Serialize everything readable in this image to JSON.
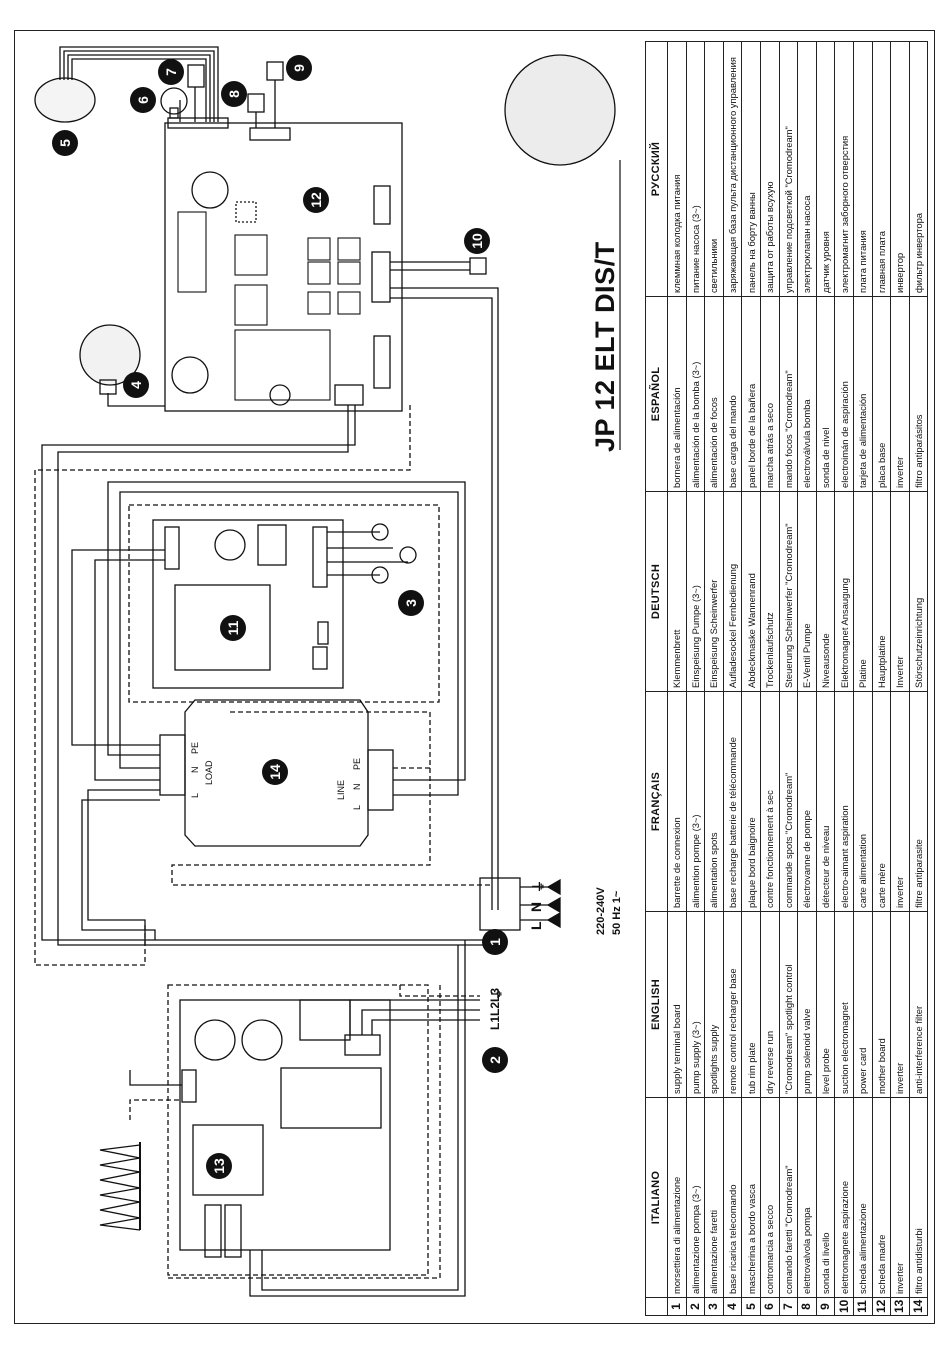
{
  "title": "JP 12 ELT DIS/T",
  "table": {
    "headers": [
      "ITALIANO",
      "ENGLISH",
      "FRANÇAIS",
      "DEUTSCH",
      "ESPAÑOL",
      "РУССКИЙ"
    ],
    "rows": [
      {
        "n": "1",
        "it": "morsettiera di alimentazione",
        "en": "supply terminal board",
        "fr": "barrette de connexion",
        "de": "Klemmenbrett",
        "es": "bornera de alimentación",
        "ru": "клеммная колодка питания"
      },
      {
        "n": "2",
        "it": "alimentazione pompa (3~)",
        "en": "pump supply (3~)",
        "fr": "alimention pompe (3~)",
        "de": "Einspeisung Pumpe (3~)",
        "es": "alimentación de la bomba (3~)",
        "ru": "питание насоса (3~)"
      },
      {
        "n": "3",
        "it": "alimentazione faretti",
        "en": "spotlights supply",
        "fr": "alimentation spots",
        "de": "Einspeisung Scheinwerfer",
        "es": "alimentación de focos",
        "ru": "светильники"
      },
      {
        "n": "4",
        "it": "base ricarica telecomando",
        "en": "remote control recharger base",
        "fr": "base recharge batterie de télécommande",
        "de": "Aufladesockel Fernbedienung",
        "es": "base carga del mando",
        "ru": "заряжающая база пульта дистанционного управления"
      },
      {
        "n": "5",
        "it": "mascherina a bordo vasca",
        "en": "tub rim plate",
        "fr": "plaque bord baignoire",
        "de": "Abdeckmaske Wannenrand",
        "es": "panel borde de la bañera",
        "ru": "панель на борту ванны"
      },
      {
        "n": "6",
        "it": "contromarcia a secco",
        "en": "dry reverse run",
        "fr": "contre fonctionnement à sec",
        "de": "Trockenlaufschutz",
        "es": "marcha atrás a seco",
        "ru": "защита от работы всухую"
      },
      {
        "n": "7",
        "it": "comando faretti \"Cromodream\"",
        "en": "\"Cromodream\" spotlight control",
        "fr": "commande spots \"Cromodream\"",
        "de": "Steuerung Scheinwerfer \"Cromodream\"",
        "es": "mando focos \"Cromodream\"",
        "ru": "управление подсветкой \"Cromodream\""
      },
      {
        "n": "8",
        "it": "elettrovalvola pompa",
        "en": "pump solenoid valve",
        "fr": "électrovanne de pompe",
        "de": "E-Ventil Pumpe",
        "es": "electroválvula bomba",
        "ru": "электроклапан насоса"
      },
      {
        "n": "9",
        "it": "sonda di livello",
        "en": "level probe",
        "fr": "détecteur de niveau",
        "de": "Niveausonde",
        "es": "sonda de nivel",
        "ru": "датчик уровня"
      },
      {
        "n": "10",
        "it": "elettromagnete aspirazione",
        "en": "suction electromagnet",
        "fr": "electro-aimant aspiration",
        "de": "Elektromagnet Ansaugung",
        "es": "electroimán de aspiración",
        "ru": "электромагнит заборного отверстия"
      },
      {
        "n": "11",
        "it": "scheda alimentazione",
        "en": "power card",
        "fr": "carte alimentation",
        "de": "Platine",
        "es": "tarjeta de alimentación",
        "ru": "плата питания"
      },
      {
        "n": "12",
        "it": "scheda madre",
        "en": "mother board",
        "fr": "carte mère",
        "de": "Hauptplatine",
        "es": "placa base",
        "ru": "главная плата"
      },
      {
        "n": "13",
        "it": "inverter",
        "en": "inverter",
        "fr": "inverter",
        "de": "Inverter",
        "es": "inverter",
        "ru": "инвертор"
      },
      {
        "n": "14",
        "it": "filtro antidisturbi",
        "en": "anti-interference filter",
        "fr": "filtre antiparasite",
        "de": "Störschutzeinrichtung",
        "es": "filtro antiparásitos",
        "ru": "фильтр инвертора"
      }
    ]
  },
  "supply": {
    "voltage": "220-240V",
    "frequency": "50 Hz 1~",
    "l_label": "L",
    "n_label": "N",
    "earth": "⏚"
  },
  "pump_lines": {
    "label": "L1L2L3",
    "earth": "⏚"
  },
  "filter_labels": {
    "load_l": "L",
    "load_n": "N",
    "load_pe": "PE",
    "load": "LOAD",
    "line": "LINE",
    "line_l": "L",
    "line_n": "N",
    "line_pe": "PE"
  },
  "callouts": [
    "1",
    "2",
    "3",
    "4",
    "5",
    "6",
    "7",
    "8",
    "9",
    "10",
    "11",
    "12",
    "13",
    "14"
  ]
}
